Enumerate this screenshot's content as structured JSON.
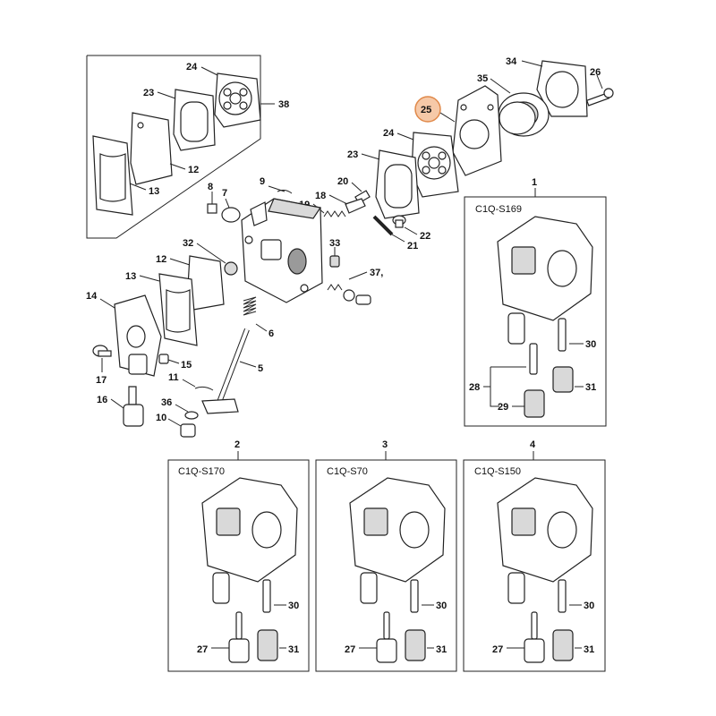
{
  "highlight_color": "#f6c9a8",
  "callouts": {
    "c24a": "24",
    "c23a": "23",
    "c38": "38",
    "c12a": "12",
    "c13a": "13",
    "c34": "34",
    "c26": "26",
    "c35": "35",
    "c25": "25",
    "c24b": "24",
    "c23b": "23",
    "c9": "9",
    "c8": "8",
    "c7": "7",
    "c20": "20",
    "c18": "18",
    "c19": "19",
    "c21": "21",
    "c22": "22",
    "c33": "33",
    "c37": "37,",
    "c32": "32",
    "c12b": "12",
    "c13b": "13",
    "c14": "14",
    "c6": "6",
    "c5": "5",
    "c17": "17",
    "c15": "15",
    "c11": "11",
    "c16": "16",
    "c36": "36",
    "c10": "10"
  },
  "variants": [
    {
      "index": "1",
      "code": "C1Q-S169",
      "labels": {
        "a": "30",
        "b": "28",
        "c": "31",
        "d": "29"
      }
    },
    {
      "index": "2",
      "code": "C1Q-S170",
      "labels": {
        "a": "30",
        "b": "27",
        "c": "31"
      }
    },
    {
      "index": "3",
      "code": "C1Q-S70",
      "labels": {
        "a": "30",
        "b": "27",
        "c": "31"
      }
    },
    {
      "index": "4",
      "code": "C1Q-S150",
      "labels": {
        "a": "30",
        "b": "27",
        "c": "31"
      }
    }
  ]
}
